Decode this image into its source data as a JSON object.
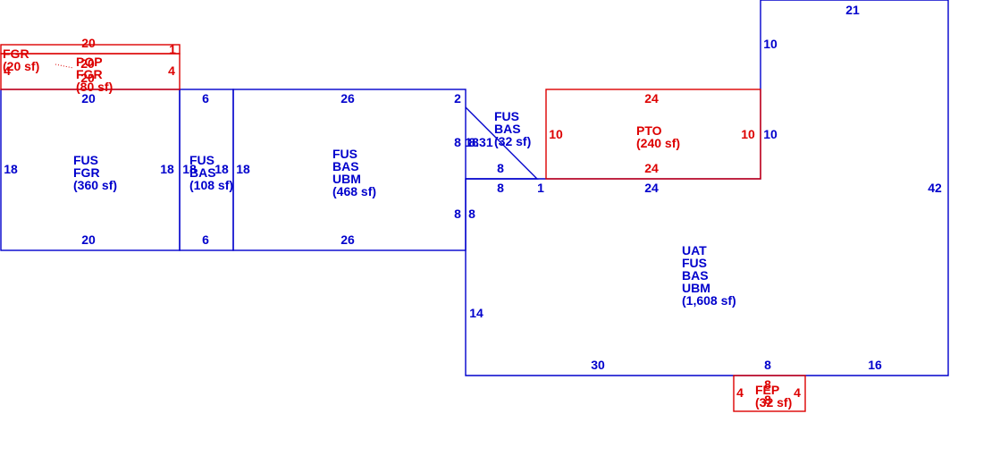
{
  "colors": {
    "living": "#0000cc",
    "accessory": "#dd0000",
    "background": "#ffffff"
  },
  "labels": {
    "fgr_main": [
      "FUS",
      "FGR",
      "(360 sf)"
    ],
    "bas_small": [
      "FUS",
      "BAS",
      "(108 sf)"
    ],
    "ubm_center": [
      "FUS",
      "BAS",
      "UBM",
      "(468 sf)"
    ],
    "bas_triangle": [
      "FUS",
      "BAS",
      "(32 sf)"
    ],
    "uat_main": [
      "UAT",
      "FUS",
      "BAS",
      "UBM",
      "(1,608 sf)"
    ],
    "pto": [
      "PTO",
      "(240 sf)"
    ],
    "fgr_top": [
      "FGR",
      "(20 sf)"
    ],
    "pop": [
      "POP",
      "FGR",
      "(80 sf)"
    ],
    "fep": [
      "FEP",
      "(32 sf)"
    ]
  },
  "dims": {
    "fgr_top_width": "20",
    "fgr_top_right": "1",
    "pop_inner_width": "20",
    "pop_inner_width_2": "20",
    "pop_left": "4",
    "pop_right": "4",
    "fgr_main_top": "20",
    "fgr_main_bottom": "20",
    "fgr_main_left": "18",
    "fgr_main_right": "18",
    "bas_small_top": "6",
    "bas_small_bottom": "6",
    "bas_small_left": "18",
    "bas_small_right": "18",
    "ubm_center_left": "18",
    "ubm_center_top": "26",
    "ubm_center_bottom": "26",
    "ubm_center_top_right": "2",
    "ubm_center_right_upper": "8",
    "triangle_left": "18",
    "triangle_hyp": "8.31",
    "triangle_bottom": "8",
    "step_bottom": "8",
    "step_short": "1",
    "ubm_center_right_lower": "8",
    "step_left_lower": "8",
    "pto_top": "24",
    "pto_bottom": "24",
    "pto_left": "10",
    "pto_right": "10",
    "under_pto": "24",
    "tower_top": "21",
    "tower_left_upper": "10",
    "tower_left_lower": "10",
    "right_side": "42",
    "uat_left": "14",
    "uat_bottom_left": "30",
    "uat_bottom_mid": "8",
    "uat_bottom_right": "16",
    "fep_top": "8",
    "fep_inner": "8",
    "fep_left": "4",
    "fep_right": "4"
  }
}
